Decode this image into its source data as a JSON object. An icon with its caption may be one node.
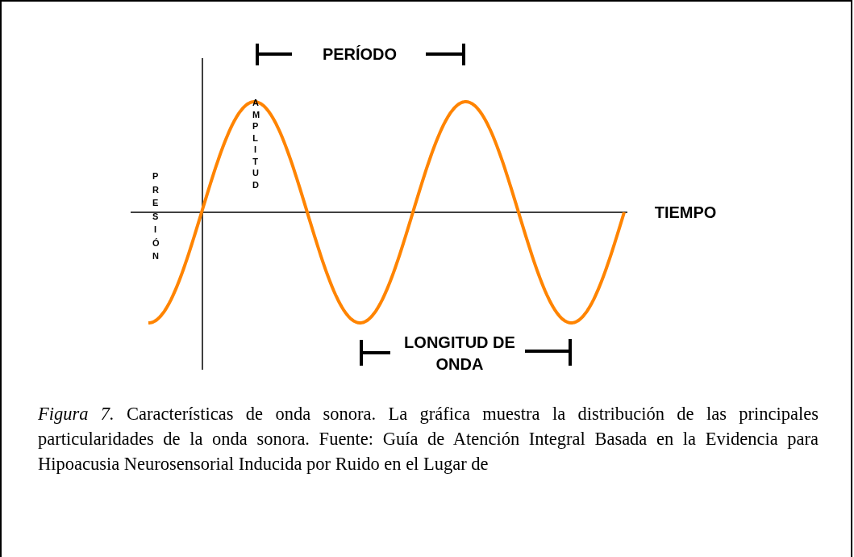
{
  "diagram": {
    "caption": "*Figura 7.* Características de onda sonora. La gráfica muestra la distribución de las principales particularidades de la onda sonora. Fuente: Guía de Atención Integral Basada en la Evidencia para Hipoacusia Neurosensorial Inducida por Ruido en el Lugar de",
    "labels": [
      "PERÍODO",
      "AMPLITUD",
      "PRESIÓN",
      "TIEMPO",
      "LONGITUD DE ONDA"
    ]
  }
}
